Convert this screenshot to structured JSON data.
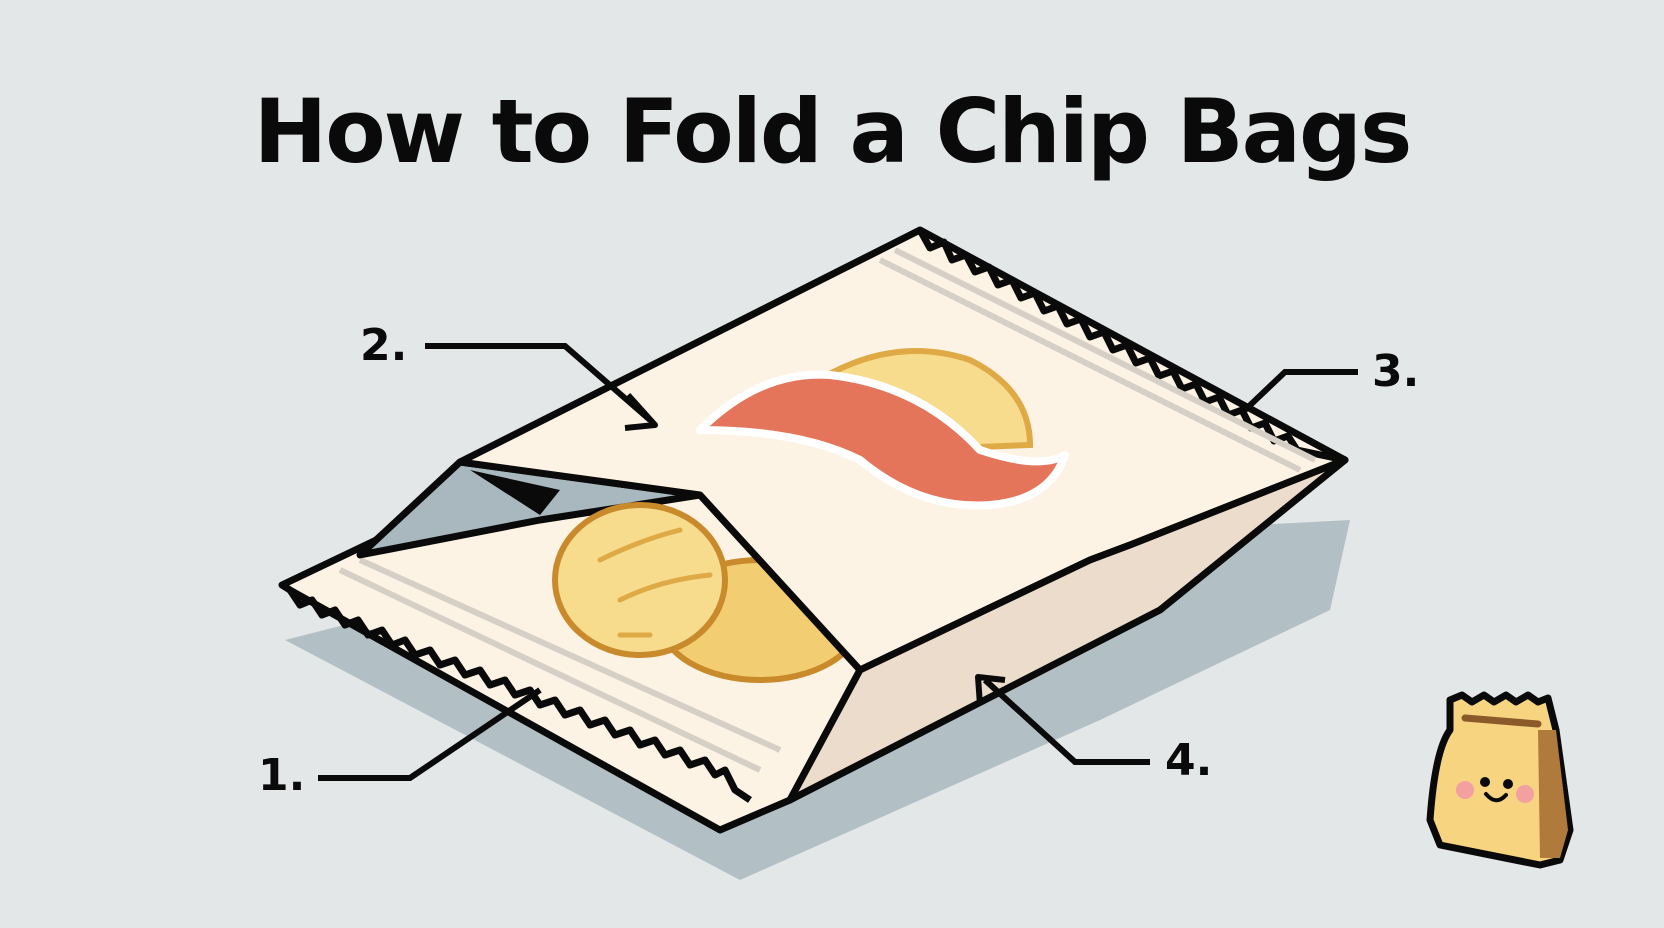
{
  "title": "How to Fold a Chip Bags",
  "steps": [
    {
      "number": "1.",
      "target": "bottom crimped edge"
    },
    {
      "number": "2.",
      "target": "top fold of bag"
    },
    {
      "number": "3.",
      "target": "right crimped edge"
    },
    {
      "number": "4.",
      "target": "folded side panel"
    }
  ],
  "colors": {
    "background": "#e3e7e8",
    "bag": "#fdf3e4",
    "bag_shadow": "#a9b8be",
    "outline": "#0a0a0a",
    "logo_red": "#e4745a",
    "chip_yellow": "#f2cd72",
    "chip_edge": "#c98a2b",
    "mascot": "#f7d480",
    "mascot_side": "#b07a3c",
    "cheek": "#f3a0a0"
  },
  "mascot": {
    "description": "smiling chip bag character"
  }
}
